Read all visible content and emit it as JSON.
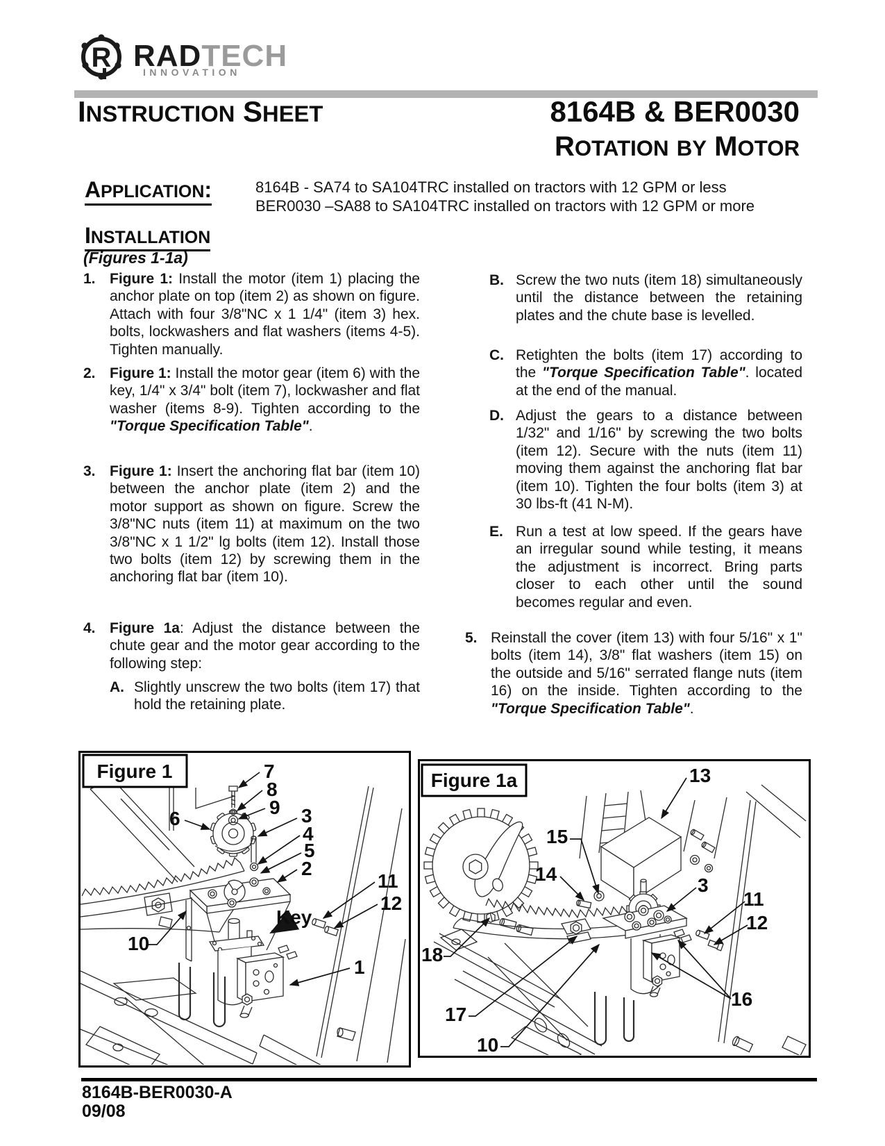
{
  "logo": {
    "wordmark_dark": "RAD",
    "wordmark_light": "TECH",
    "tagline": "INNOVATION",
    "badge_letter": "R",
    "dark_color": "#1b1b1b",
    "light_color": "#9b9b9b"
  },
  "header": {
    "doc_type": "Instruction Sheet",
    "model": "8164B & BER0030",
    "subtitle": "Rotation by Motor",
    "divider_color": "#b3b3b3"
  },
  "application": {
    "label": "Application:",
    "line1": "8164B - SA74 to SA104TRC installed on tractors with 12 GPM or less",
    "line2": "BER0030 –SA88 to SA104TRC installed on tractors with 12 GPM or more"
  },
  "installation": {
    "label": "Installation",
    "figures_note": "(Figures 1-1a)",
    "steps": [
      {
        "marker": "1.",
        "lead": "Figure 1:",
        "body": "Install the motor (item 1) placing the anchor plate on top (item 2) as shown on figure. Attach with four 3/8\"NC x 1 1/4\" (item 3) hex. bolts, lockwashers and flat washers (items 4-5).  Tighten manually."
      },
      {
        "marker": "2.",
        "lead": "Figure 1:",
        "body": "Install the motor gear (item 6) with the key, 1/4\" x 3/4\" bolt (item 7), lockwasher and flat washer (items 8-9). Tighten according to the ",
        "em": "\"Torque Specification Table\"",
        "tail": "."
      },
      {
        "marker": "3.",
        "lead": "Figure 1:",
        "body": "Insert the anchoring flat bar (item 10) between the anchor plate (item 2) and the motor support as shown on figure. Screw the 3/8\"NC nuts (item 11) at maximum on the two 3/8\"NC x 1 1/2\" lg bolts (item 12).  Install those two bolts (item 12) by screwing them in the anchoring flat bar (item 10)."
      },
      {
        "marker": "4.",
        "lead": "Figure 1a",
        "lead_sep": ": ",
        "body": "Adjust the distance between the chute gear and the motor gear according to the following step:"
      },
      {
        "marker": "5.",
        "body": "Reinstall the cover (item 13) with four 5/16\" x 1\" bolts (item 14), 3/8\" flat washers (item 15) on the outside and 5/16\" serrated flange nuts (item 16) on the inside.  Tighten according to the ",
        "em": "\"Torque Specification Table\"",
        "tail": "."
      }
    ],
    "substeps": [
      {
        "marker": "A.",
        "body": "Slightly unscrew the two bolts (item 17) that hold the retaining plate."
      },
      {
        "marker": "B.",
        "body": "Screw the two nuts (item 18) simultaneously until the distance between the retaining plates and the chute base is levelled."
      },
      {
        "marker": "C.",
        "body": "Retighten the bolts (item 17) according to the ",
        "em": "\"Torque Specification Table\"",
        "tail": ". located at the end of the manual."
      },
      {
        "marker": "D.",
        "body": "Adjust the gears to a distance between 1/32\" and 1/16\" by screwing the two bolts (item 12).  Secure with the nuts (item 11) moving them against the anchoring flat bar (item 10).  Tighten the four bolts (item 3) at 30 lbs-ft (41 N-M)."
      },
      {
        "marker": "E.",
        "body": "Run a test at low speed. If the gears have an irregular sound while testing, it means the adjustment is incorrect. Bring parts closer to each other until the sound becomes regular and even."
      }
    ]
  },
  "figures": {
    "fig1": {
      "label": "Figure 1",
      "key_label": "Key",
      "callouts": [
        "7",
        "8",
        "9",
        "6",
        "3",
        "4",
        "5",
        "2",
        "11",
        "12",
        "10",
        "1"
      ]
    },
    "fig1a": {
      "label": "Figure 1a",
      "callouts": [
        "13",
        "15",
        "14",
        "3",
        "11",
        "12",
        "18",
        "17",
        "10",
        "16"
      ]
    }
  },
  "footer": {
    "doc_code": "8164B-BER0030-A",
    "revision_date": "09/08"
  }
}
